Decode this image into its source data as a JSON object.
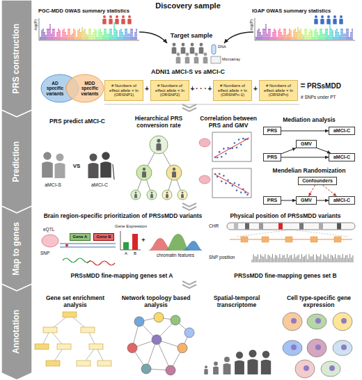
{
  "diagram": {
    "nodes": [
      {
        "text": [
          "PRS construction"
        ]
      },
      {
        "text": [
          "Prediction"
        ]
      },
      {
        "text": [
          "Map to genes"
        ]
      },
      {
        "text": [
          "Annotation"
        ]
      },
      {
        "text": [
          "AD specific variants"
        ]
      },
      {
        "text": [
          "MDD specific variants"
        ]
      },
      {
        "text": [
          "# Numbers of effect allele × ln (ORSNP1)"
        ]
      },
      {
        "text": [
          "# Numbers of effect allele × ln (ORSNP2)"
        ]
      },
      {
        "text": [
          "# Numbers of effect allele × ln (ORSNPn-1)"
        ]
      },
      {
        "text": [
          "# Numbers of effect allele × ln (ORSNPn)"
        ]
      },
      {
        "text": [
          "PRS"
        ]
      },
      {
        "text": [
          "aMCI-C"
        ]
      },
      {
        "text": [
          "GMV"
        ]
      },
      {
        "text": [
          "PRS"
        ]
      },
      {
        "text": [
          "aMCI-C"
        ]
      },
      {
        "text": [
          "Confounders"
        ]
      },
      {
        "text": [
          "PRS"
        ]
      },
      {
        "text": [
          "GMV"
        ]
      },
      {
        "text": [
          "aMCI-C"
        ]
      },
      {
        "text": [
          "Gene A"
        ]
      },
      {
        "text": [
          "Gene B"
        ]
      }
    ],
    "edges": [
      {
        "from": 10,
        "to": 11,
        "arrow": "to"
      },
      {
        "from": 13,
        "to": 12,
        "arrow": "to"
      },
      {
        "from": 12,
        "to": 14,
        "arrow": "to"
      },
      {
        "from": 13,
        "to": 14,
        "arrow": "to"
      },
      {
        "from": 16,
        "to": 17,
        "arrow": "to"
      },
      {
        "from": 17,
        "to": 18,
        "arrow": "to"
      },
      {
        "from": 15,
        "to": 17,
        "arrow": "to"
      },
      {
        "from": 15,
        "to": 18,
        "arrow": "to"
      }
    ],
    "labels": [
      "Discovery sample",
      "PGC-MDD GWAS summary statistics",
      "IGAP GWAS summary statistics",
      "-log(P)",
      "-log(P)",
      "Target sample",
      "DNA",
      "Microarray",
      "ADNI1 aMCI-S vs aMCI-C",
      "+",
      "+",
      "· · ·",
      "+",
      "+",
      "=",
      "PRSsMDD",
      "# SNPs under PT",
      "PRS predict aMCI-C",
      "aMCI-S",
      "VS",
      "aMCI-C",
      "Hierarchical PRS conversion rate",
      "Correlation between PRS and GMV",
      "Mediation analysis",
      "Mendelian Randomization",
      "Brain region-specific prioritization of PRSsMDD variants",
      "eQTL",
      "SNP",
      "Gene Expression",
      "A",
      "B",
      "+",
      "chromatin features",
      "PRSsMDD fine-mapping genes set A",
      "Physical position of PRSsMDD variants",
      "CHR",
      "SNP position",
      "PRSsMDD fine-mapping genes set B",
      "Gene set enrichment analysis",
      "Network topology based analysis",
      "Spatial-temporal transcriptome",
      "Cell type-specific gene expression"
    ]
  }
}
